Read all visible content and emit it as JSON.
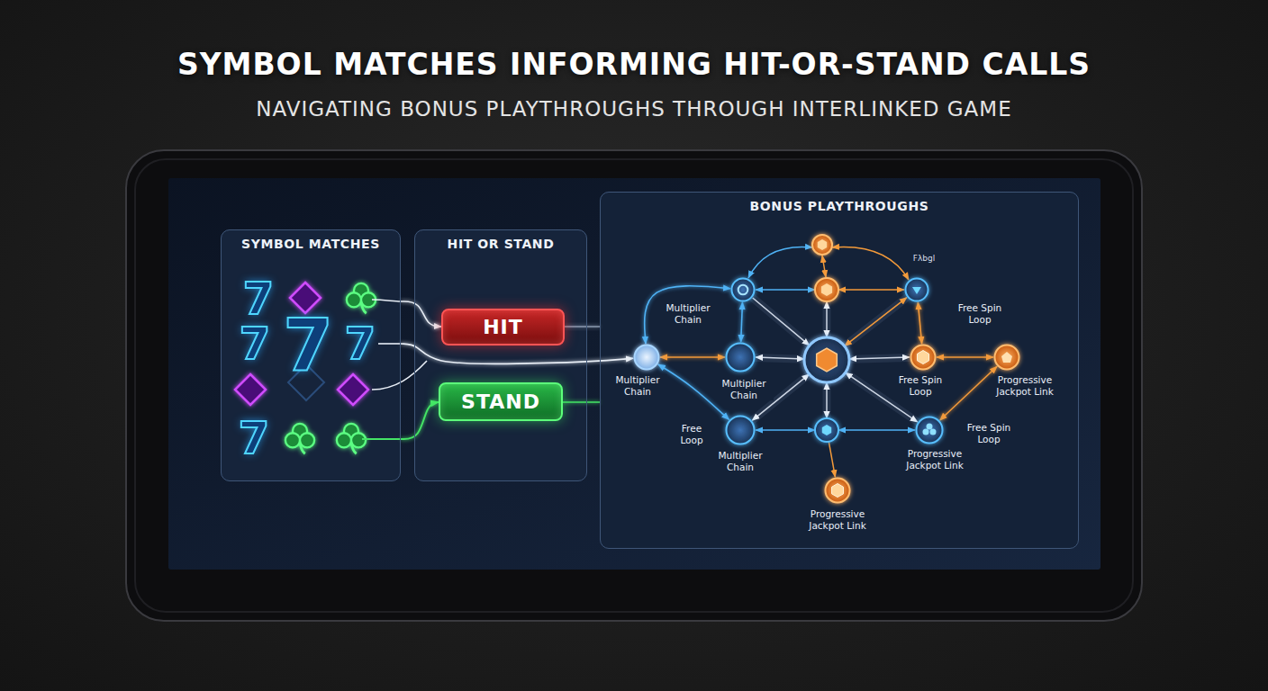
{
  "diagram": {
    "title": "SYMBOL MATCHES INFORMING HIT-OR-STAND CALLS",
    "nodes": [
      {
        "text": [
          "SYMBOL MATCHES"
        ]
      },
      {
        "text": [
          "HIT OR STAND"
        ]
      },
      {
        "text": [
          "HIT"
        ],
        "in": 1
      },
      {
        "text": [
          "STAND"
        ],
        "in": 1
      },
      {
        "text": [
          "BONUS PLAYTHROUGHS"
        ]
      },
      {
        "text": [
          "Multiplier Chain"
        ],
        "in": 4
      },
      {
        "text": [
          "Free Spin Loop"
        ],
        "in": 4
      },
      {
        "text": [
          "Multiplier Chain"
        ],
        "in": 4
      },
      {
        "text": [
          "Multiplier Chain"
        ],
        "in": 4
      },
      {
        "text": [
          "Free Spin Loop"
        ],
        "in": 4
      },
      {
        "text": [
          "Progressive Jackpot Link"
        ],
        "in": 4
      },
      {
        "text": [
          "Multiplier Chain"
        ],
        "in": 4
      },
      {
        "text": [
          "Progressive Jackpot Link"
        ],
        "in": 4
      },
      {
        "text": [
          "Progressive Jackpot Link"
        ],
        "in": 4
      }
    ],
    "edges": [
      {
        "from": 0,
        "to": 2,
        "arrow": "to"
      },
      {
        "from": 0,
        "to": 7,
        "arrow": "to"
      },
      {
        "from": 0,
        "to": 3,
        "arrow": "to"
      },
      {
        "from": 2,
        "to": 4,
        "arrow": "none"
      },
      {
        "from": 3,
        "to": 4,
        "arrow": "none"
      },
      {
        "from": 7,
        "to": 5,
        "arrow": "both"
      },
      {
        "from": 7,
        "to": 8,
        "arrow": "both"
      },
      {
        "from": 7,
        "to": 11,
        "arrow": "both"
      },
      {
        "from": 5,
        "to": 8,
        "arrow": "both"
      },
      {
        "from": 6,
        "to": 9,
        "arrow": "both"
      },
      {
        "from": 9,
        "to": 10,
        "arrow": "both"
      },
      {
        "from": 10,
        "to": 12,
        "arrow": "both"
      }
    ],
    "labels": [
      "NAVIGATING BONUS PLAYTHROUGHS THROUGH INTERLINKED GAME",
      "7",
      "7",
      "7",
      "7",
      "7",
      "Fλbgl",
      "Free Loop",
      "Free Spin Loop"
    ]
  }
}
